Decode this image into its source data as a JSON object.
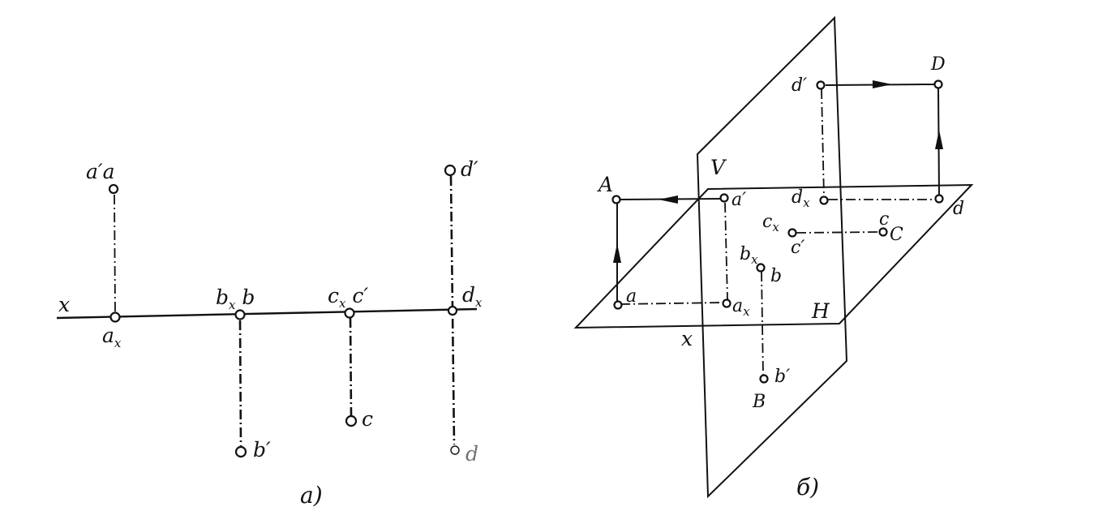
{
  "left_figure": {
    "caption": "а)",
    "axis_label": "x",
    "labels": {
      "a_prime": "a′a",
      "a_x_main": "a",
      "a_x_sub": "x",
      "b_x_main": "b",
      "b_x_sub": "x",
      "b_x_tail": " b",
      "b_prime": "b′",
      "c_x_main": "c",
      "c_x_sub": "x",
      "c_x_tail": " c′",
      "c_bottom": "c",
      "d_prime": "d′",
      "d_x_main": "d",
      "d_x_sub": "x",
      "d_bottom": "d"
    }
  },
  "right_figure": {
    "caption": "б)",
    "plane_v_label": "V",
    "plane_h_label": "H",
    "axis_label": "x",
    "labels": {
      "A": "A",
      "a": "a",
      "a_prime": "a′",
      "a_x_main": "a",
      "a_x_sub": "x",
      "b_x_main": "b",
      "b_x_sub": "x",
      "b": "b",
      "b_prime": "b′",
      "B": "B",
      "c_x_main": "c",
      "c_x_sub": "x",
      "c_prime": "c′",
      "c": "c",
      "C": "C",
      "d_prime": "d′",
      "D": "D",
      "d_x_main": "d",
      "d_x_sub": "x",
      "d": "d"
    }
  }
}
